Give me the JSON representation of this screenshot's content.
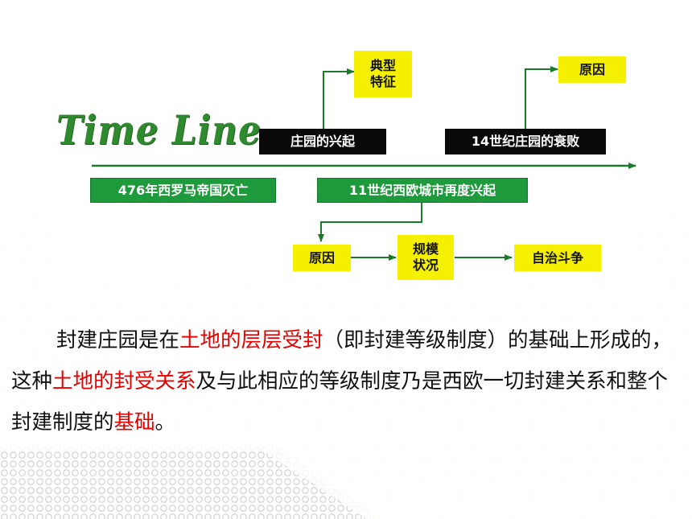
{
  "diagram": {
    "title": "Time  Line",
    "nodes": {
      "dianxing_tezheng": [
        "典型",
        "特征"
      ],
      "zhuangyuan_xingqi": "庄园的兴起",
      "yuanyin_top": "原因",
      "shuaibai": "14世纪庄园的衰败",
      "xiluoma": "476年西罗马帝国灭亡",
      "chengshi": "11世纪西欧城市再度兴起",
      "yuanyin_bottom": "原因",
      "guimo": [
        "规模",
        "状况"
      ],
      "zizhi": "自治斗争"
    },
    "colors": {
      "arrow": "#1a7a2a",
      "green_box": "#1e9a3c",
      "yellow_box": "#f5f000",
      "black_box": "#0a0a0a",
      "title_green": "#2f8a2f",
      "highlight_red": "#e60000"
    }
  },
  "paragraph": {
    "s1": "封建庄园是在",
    "h1": "土地的层层受封",
    "s2": "（即封建等级制度）的基础上形成的，这种",
    "h2": "土地的封受关系",
    "s3": "及与此相应的等级制度乃是西欧一切封建关系和整个封建制度的",
    "h3": "基础",
    "s4": "。"
  }
}
